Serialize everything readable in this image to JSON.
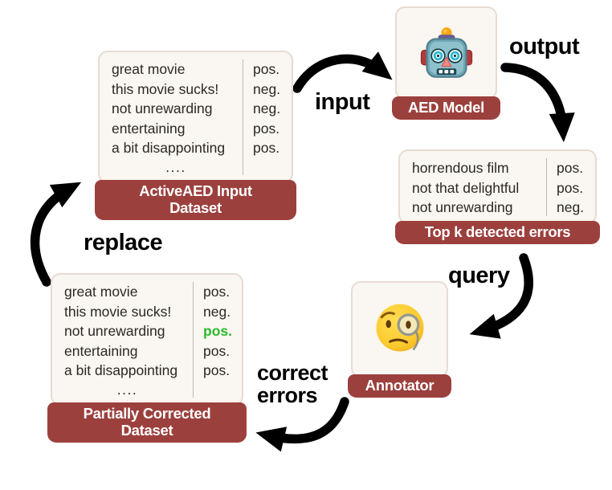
{
  "colors": {
    "maroon": "#9c403d",
    "card_background": "#faf6f1",
    "card_border": "#e8dbd0",
    "row_text": "#2b2724",
    "divider": "#bdb9b5",
    "corrected_green": "#2eb82e",
    "arrow_black": "#000000",
    "bar_text": "#ffffff"
  },
  "cards": {
    "input_dataset": {
      "label_line1": "ActiveAED Input",
      "label_line2": "Dataset",
      "rows": [
        {
          "text": "great movie",
          "tag": "pos."
        },
        {
          "text": "this movie sucks!",
          "tag": "neg."
        },
        {
          "text": "not unrewarding",
          "tag": "neg."
        },
        {
          "text": "entertaining",
          "tag": "pos."
        },
        {
          "text": "a bit disappointing",
          "tag": "pos."
        }
      ],
      "ellipsis": "...."
    },
    "aed_model": {
      "label": "AED Model",
      "icon": "robot-emoji"
    },
    "top_k_errors": {
      "label": "Top k detected errors",
      "rows": [
        {
          "text": "horrendous film",
          "tag": "pos."
        },
        {
          "text": "not that delightful",
          "tag": "pos."
        },
        {
          "text": "not unrewarding",
          "tag": "neg."
        }
      ]
    },
    "annotator": {
      "label": "Annotator",
      "icon": "face-with-monocle-emoji"
    },
    "corrected_dataset": {
      "label_line1": "Partially Corrected",
      "label_line2": "Dataset",
      "rows": [
        {
          "text": "great movie",
          "tag": "pos."
        },
        {
          "text": "this movie sucks!",
          "tag": "neg."
        },
        {
          "text": "not unrewarding",
          "tag": "pos.",
          "corrected": true
        },
        {
          "text": "entertaining",
          "tag": "pos."
        },
        {
          "text": "a bit disappointing",
          "tag": "pos."
        }
      ],
      "ellipsis": "...."
    }
  },
  "edge_labels": {
    "input": "input",
    "output": "output",
    "query": "query",
    "replace": "replace",
    "correct_errors_line1": "correct",
    "correct_errors_line2": "errors"
  }
}
